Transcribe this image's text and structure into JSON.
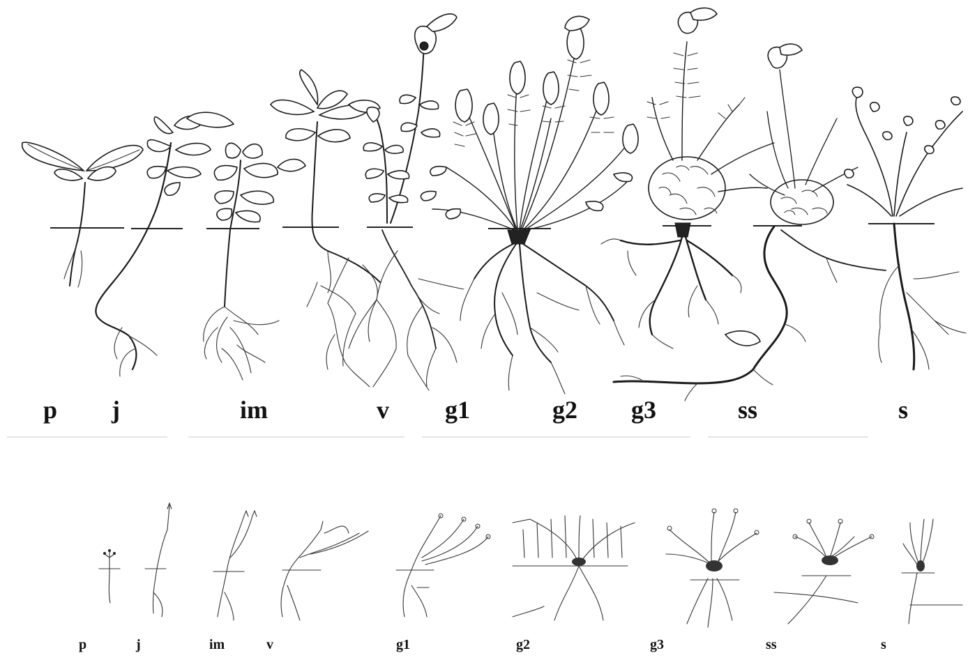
{
  "top_row": {
    "stages": [
      "p",
      "j",
      "im",
      "v",
      "g1",
      "g2",
      "g3",
      "ss",
      "s"
    ]
  },
  "bottom_row": {
    "stages": [
      "p",
      "j",
      "im",
      "v",
      "g1",
      "g2",
      "g3",
      "ss",
      "s"
    ]
  },
  "colors": {
    "ink": "#1a1a1a",
    "background": "#ffffff"
  }
}
